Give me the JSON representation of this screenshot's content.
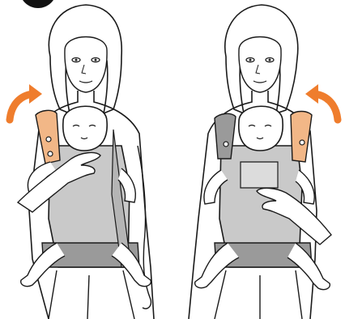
{
  "instruction_illustration": {
    "step_badge": {
      "shape": "circle",
      "color": "#111111"
    },
    "panels": [
      {
        "id": "left",
        "arrow": "curved-arrow-icon",
        "arrow_direction": "clockwise-forward",
        "highlight": "left-shoulder-strap"
      },
      {
        "id": "right",
        "arrow": "curved-arrow-icon",
        "arrow_direction": "counterclockwise-forward",
        "highlight": "right-shoulder-strap"
      }
    ]
  },
  "colors": {
    "line": "#1a1a1a",
    "carrier": "#c9c9c9",
    "carrier_dark": "#9a9a9a",
    "highlight_strap": "#f2b787",
    "arrow": "#ef7d2d",
    "skin": "#ffffff"
  }
}
